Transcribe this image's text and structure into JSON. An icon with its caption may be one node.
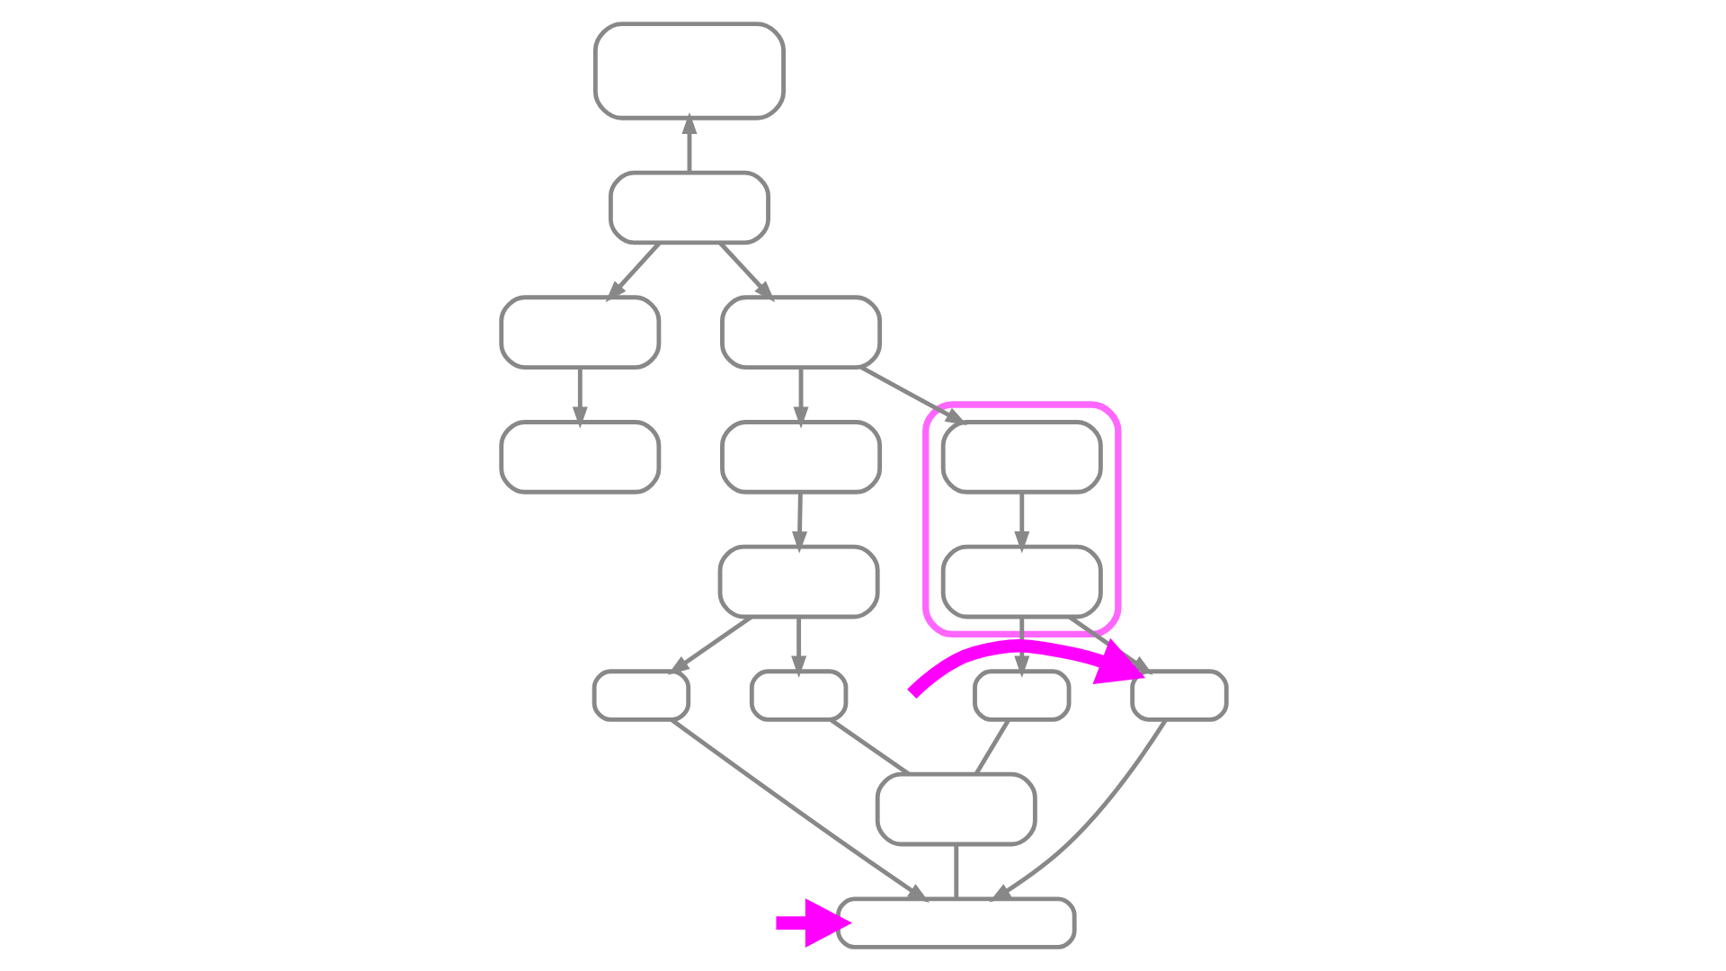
{
  "diagram": {
    "nodes": [
      {
        "text": [],
        "shape": "box"
      },
      {
        "text": [],
        "shape": "box"
      },
      {
        "text": [],
        "shape": "box"
      },
      {
        "text": [],
        "shape": "box"
      },
      {
        "text": [],
        "shape": "box"
      },
      {
        "text": [],
        "shape": "box"
      },
      {
        "text": [],
        "shape": "box",
        "in": 5
      },
      {
        "text": [],
        "shape": "box",
        "in": 5
      },
      {
        "text": [],
        "shape": "box"
      },
      {
        "text": [],
        "shape": "box"
      },
      {
        "text": [],
        "shape": "box"
      },
      {
        "text": [],
        "shape": "box"
      },
      {
        "text": [],
        "shape": "box"
      },
      {
        "text": [],
        "shape": "box"
      },
      {
        "text": [],
        "shape": "box"
      },
      {
        "text": [],
        "shape": "box"
      }
    ],
    "edges": [
      {
        "from": 1,
        "to": 0,
        "arrow": "to"
      },
      {
        "from": 1,
        "to": 2,
        "arrow": "to"
      },
      {
        "from": 1,
        "to": 3,
        "arrow": "to"
      },
      {
        "from": 2,
        "to": 4,
        "arrow": "to"
      },
      {
        "from": 3,
        "to": 6,
        "arrow": "to"
      },
      {
        "from": 3,
        "to": 8,
        "arrow": "to"
      },
      {
        "from": 6,
        "to": 7,
        "arrow": "to"
      },
      {
        "from": 8,
        "to": 9,
        "arrow": "to"
      },
      {
        "from": 7,
        "to": 10,
        "arrow": "to"
      },
      {
        "from": 7,
        "to": 11,
        "arrow": "to"
      },
      {
        "from": 9,
        "to": 12,
        "arrow": "to"
      },
      {
        "from": 9,
        "to": 13,
        "arrow": "to"
      },
      {
        "from": 11,
        "to": 14,
        "arrow": "none"
      },
      {
        "from": 12,
        "to": 14,
        "arrow": "none"
      },
      {
        "from": 14,
        "to": 15,
        "arrow": "none"
      },
      {
        "from": 10,
        "to": 15,
        "arrow": "to"
      },
      {
        "from": 13,
        "to": 15,
        "arrow": "to"
      },
      {
        "from": null,
        "to": 10,
        "arrow": "to",
        "style": "thick",
        "color": "#ff00ff"
      },
      {
        "from": null,
        "to": 15,
        "arrow": "to",
        "style": "thick",
        "color": "#ff00ff"
      }
    ]
  }
}
